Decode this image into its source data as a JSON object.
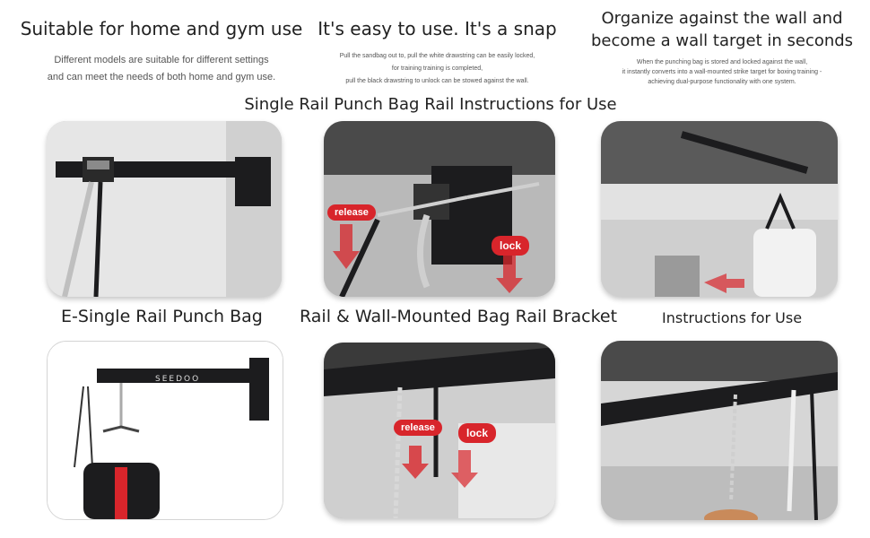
{
  "columns": [
    {
      "title": "Suitable for home and gym use",
      "lines": [
        "Different models are suitable for different settings",
        "and can meet the needs of both home and gym use."
      ]
    },
    {
      "title": "It's easy to use. It's a snap",
      "lines": [
        "Pull the sandbag out to, pull the white drawstring can be easily locked,",
        "for training training is completed,",
        "pull the black drawstring to unlock can be stowed against the wall."
      ]
    },
    {
      "title_lines": [
        "Organize against the wall and",
        "become a wall target in seconds"
      ],
      "lines": [
        "When the punching bag is stored and locked against the wall,",
        "it instantly converts into a wall-mounted strike target for boxing training -",
        "achieving dual-purpose functionality with one system."
      ]
    }
  ],
  "section1_title": "Single Rail Punch Bag Rail Instructions for Use",
  "section2": {
    "left": "E-Single Rail Punch Bag",
    "middle": "Rail & Wall-Mounted Bag Rail Bracket",
    "right": "Instructions for Use"
  },
  "photo_labels": {
    "p2_release": "release",
    "p2_lock": "lock",
    "p4_brand": "SEEDOO",
    "p5_release": "release",
    "p5_lock": "lock"
  },
  "colors": {
    "tag_red": "#d8252b",
    "steel_black": "#1c1c1e",
    "wall_white": "#eeeeee"
  }
}
